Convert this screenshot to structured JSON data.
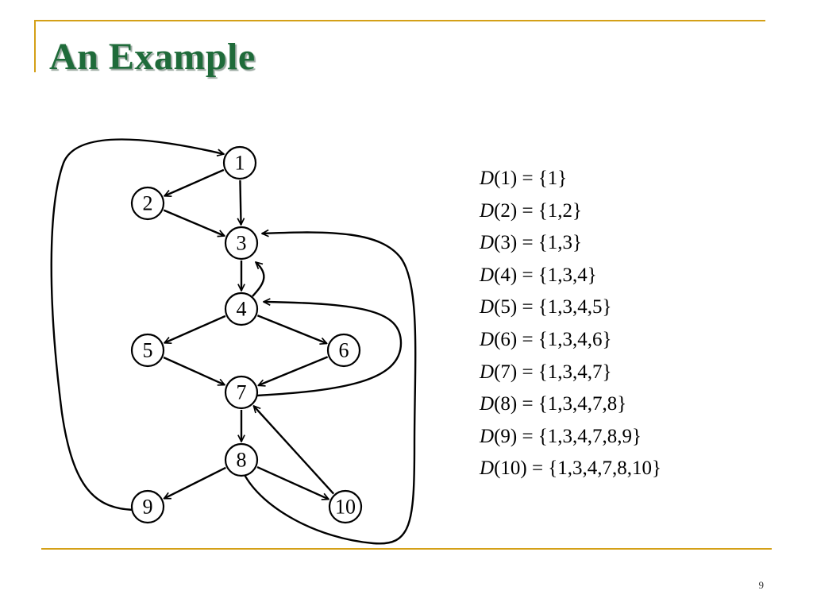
{
  "slide": {
    "title": "An Example",
    "page_number": "9",
    "accent_color": "#d4a017",
    "title_color": "#1f6b3a"
  },
  "graph": {
    "nodes": [
      {
        "id": "1",
        "label": "1"
      },
      {
        "id": "2",
        "label": "2"
      },
      {
        "id": "3",
        "label": "3"
      },
      {
        "id": "4",
        "label": "4"
      },
      {
        "id": "5",
        "label": "5"
      },
      {
        "id": "6",
        "label": "6"
      },
      {
        "id": "7",
        "label": "7"
      },
      {
        "id": "8",
        "label": "8"
      },
      {
        "id": "9",
        "label": "9"
      },
      {
        "id": "10",
        "label": "10"
      }
    ],
    "edges": [
      {
        "from": "1",
        "to": "2"
      },
      {
        "from": "1",
        "to": "3"
      },
      {
        "from": "2",
        "to": "3"
      },
      {
        "from": "3",
        "to": "4"
      },
      {
        "from": "4",
        "to": "3"
      },
      {
        "from": "4",
        "to": "5"
      },
      {
        "from": "4",
        "to": "6"
      },
      {
        "from": "5",
        "to": "7"
      },
      {
        "from": "6",
        "to": "7"
      },
      {
        "from": "7",
        "to": "4"
      },
      {
        "from": "7",
        "to": "8"
      },
      {
        "from": "8",
        "to": "9"
      },
      {
        "from": "8",
        "to": "10"
      },
      {
        "from": "8",
        "to": "3"
      },
      {
        "from": "9",
        "to": "1"
      },
      {
        "from": "10",
        "to": "7"
      }
    ]
  },
  "dominators": [
    {
      "name": "D",
      "arg": "(1) = {1}"
    },
    {
      "name": "D",
      "arg": "(2) = {1,2}"
    },
    {
      "name": "D",
      "arg": "(3) = {1,3}"
    },
    {
      "name": "D",
      "arg": "(4) = {1,3,4}"
    },
    {
      "name": "D",
      "arg": "(5) = {1,3,4,5}"
    },
    {
      "name": "D",
      "arg": "(6) = {1,3,4,6}"
    },
    {
      "name": "D",
      "arg": "(7) = {1,3,4,7}"
    },
    {
      "name": "D",
      "arg": "(8) = {1,3,4,7,8}"
    },
    {
      "name": "D",
      "arg": "(9) = {1,3,4,7,8,9}"
    },
    {
      "name": "D",
      "arg": "(10) = {1,3,4,7,8,10}"
    }
  ]
}
